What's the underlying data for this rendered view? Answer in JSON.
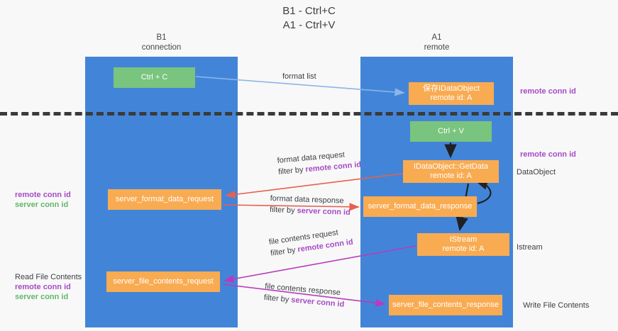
{
  "title": {
    "line1": "B1 - Ctrl+C",
    "line2": "A1 - Ctrl+V"
  },
  "lanes": [
    {
      "name": "B1",
      "role": "connection",
      "color": "#4285d8"
    },
    {
      "name": "A1",
      "role": "remote",
      "color": "#4285d8"
    }
  ],
  "colors": {
    "lane": "#4285d8",
    "action_box": "#79c47e",
    "message_box": "#f9ab52",
    "remote_conn_id": "#a64bc4",
    "server_conn_id": "#63b76b",
    "arrow_format_list": "#8ab6e8",
    "arrow_format_data": "#e8604c",
    "arrow_file_contents": "#b83bbd",
    "arrow_internal": "#202124",
    "divider": "#3a3a3a",
    "background": "#f8f8f8"
  },
  "boxes": {
    "ctrl_c": {
      "line1": "Ctrl + C"
    },
    "save_idataobject": {
      "line1": "保存IDataObject",
      "line2": "remote id: A"
    },
    "ctrl_v": {
      "line1": "Ctrl + V"
    },
    "getdata": {
      "line1": "IDataObject::GetData",
      "line2": "remote id: A"
    },
    "server_format_data_request": {
      "line1": "server_format_data_request"
    },
    "server_format_data_response": {
      "line1": "server_format_data_response"
    },
    "istream": {
      "line1": "IStream",
      "line2": "remote id: A"
    },
    "server_file_contents_request": {
      "line1": "server_file_contents_request"
    },
    "server_file_contents_response": {
      "line1": "server_file_contents_response"
    }
  },
  "edge_labels": {
    "format_list": "format list",
    "format_data_request": {
      "line1": "format data request",
      "prefix": "filter by ",
      "highlight": "remote conn id"
    },
    "format_data_response": {
      "line1": "format data response",
      "prefix": "filter by ",
      "highlight": "server conn id"
    },
    "file_contents_request": {
      "line1": "file contents request",
      "prefix": "filter by ",
      "highlight": "remote conn id"
    },
    "file_contents_response": {
      "line1": "file contents response",
      "prefix": "filter by ",
      "highlight": "server conn id"
    }
  },
  "annotations": {
    "right_remote_conn_id_top": "remote conn id",
    "right_remote_conn_id_mid": "remote conn id",
    "dataobject": "DataObject",
    "istream": "Istream",
    "write_file_contents": "Write File Contents",
    "left_mid": {
      "remote": "remote conn id",
      "server": "server conn id"
    },
    "left_bottom": {
      "heading": "Read File Contents",
      "remote": "remote conn id",
      "server": "server conn id"
    }
  }
}
